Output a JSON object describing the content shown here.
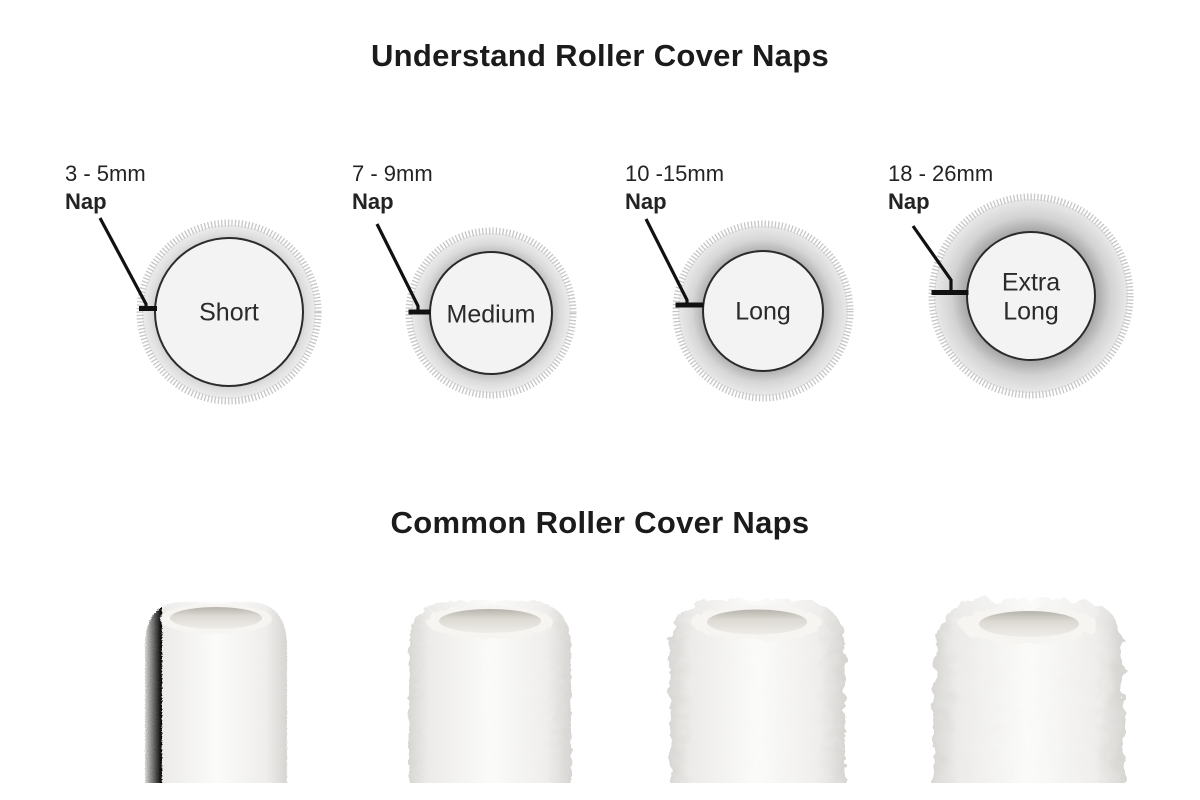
{
  "header": {
    "title": "Understand Roller Cover Naps"
  },
  "subheader": {
    "title": "Common Roller Cover Naps"
  },
  "colors": {
    "text": "#1d1d1d",
    "circle_fill": "#f3f3f3",
    "circle_stroke": "#2b2b2b",
    "hatch_ring": "#c6c6c6",
    "leader_line": "#111111"
  },
  "diagrams": {
    "items": [
      {
        "range": "3 - 5mm",
        "nap_label": "Nap",
        "name": "Short"
      },
      {
        "range": "7 - 9mm",
        "nap_label": "Nap",
        "name": "Medium"
      },
      {
        "range": "10 -15mm",
        "nap_label": "Nap",
        "name": "Long"
      },
      {
        "range": "18 - 26mm",
        "nap_label": "Nap",
        "name": "Extra Long"
      }
    ]
  },
  "photos": {
    "items": [
      {
        "icon": "short-nap-roller-photo"
      },
      {
        "icon": "medium-nap-roller-photo"
      },
      {
        "icon": "long-nap-roller-photo"
      },
      {
        "icon": "extra-long-nap-roller-photo"
      }
    ]
  }
}
